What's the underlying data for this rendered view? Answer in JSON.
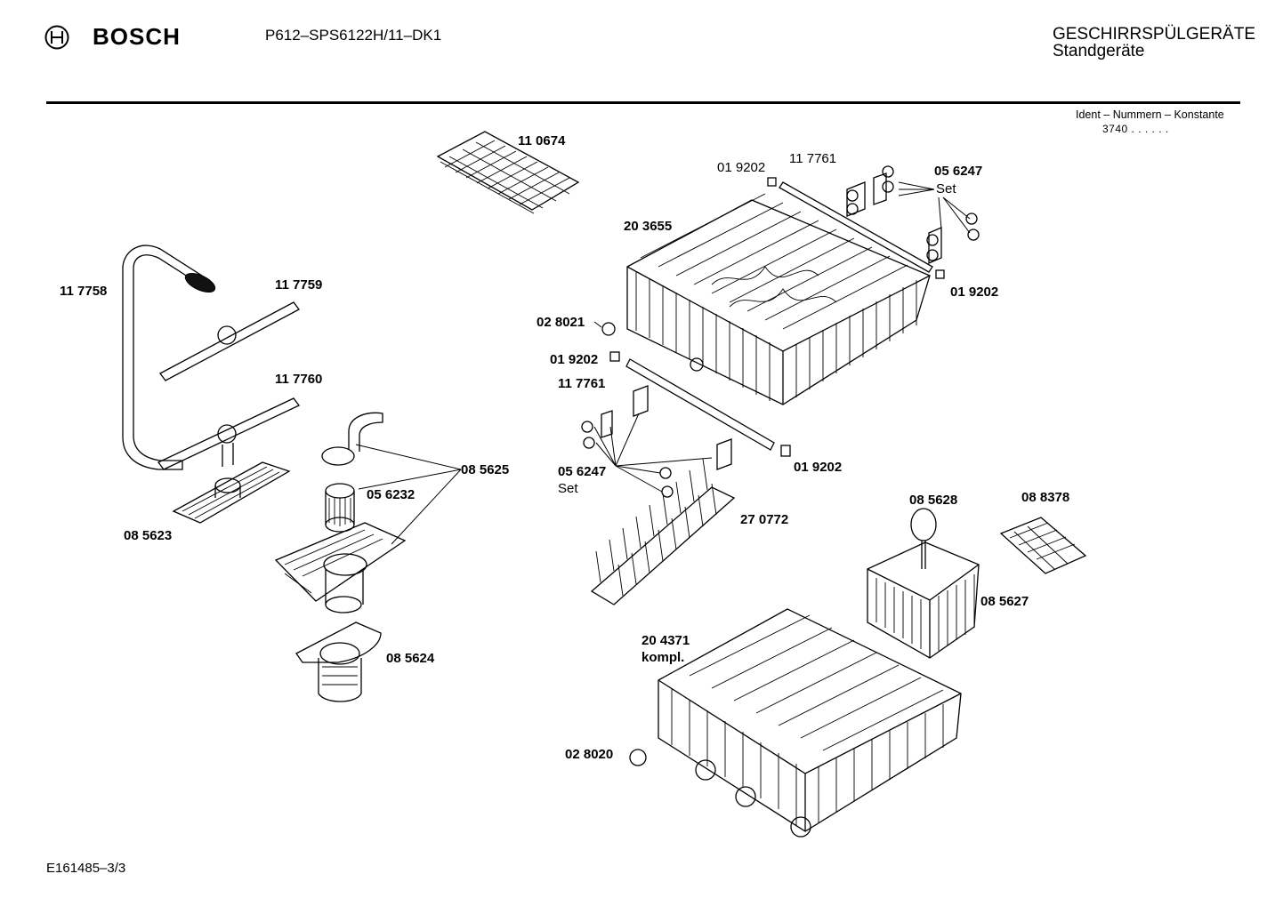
{
  "header": {
    "brand": "BOSCH",
    "model": "P612–SPS6122H/11–DK1",
    "category_line1": "GESCHIRRSPÜLGERÄTE",
    "category_line2": "Standgeräte",
    "ident_label": "Ident – Nummern – Konstante",
    "ident_value": "3740  .  .  .  .  .  ."
  },
  "parts": {
    "p110674": "11 0674",
    "p019202_a": "01 9202",
    "p117761_a": "11 7761",
    "p056247_a": "05 6247",
    "set_a": "Set",
    "p203655": "20 3655",
    "p117758": "11 7758",
    "p117759": "11 7759",
    "p019202_b": "01 9202",
    "p028021": "02 8021",
    "p019202_c": "01 9202",
    "p117761_b": "11 7761",
    "p117760": "11 7760",
    "p085625": "08 5625",
    "p056247_b": "05 6247",
    "set_b": "Set",
    "p019202_d": "01 9202",
    "p056232": "05 6232",
    "p085623": "08 5623",
    "p270772": "27 0772",
    "p085628": "08 5628",
    "p088378": "08 8378",
    "p085627": "08 5627",
    "p085624": "08 5624",
    "p204371": "20 4371",
    "kompl": "kompl.",
    "p028020": "02 8020"
  },
  "footer": {
    "code": "E161485–3/3"
  }
}
